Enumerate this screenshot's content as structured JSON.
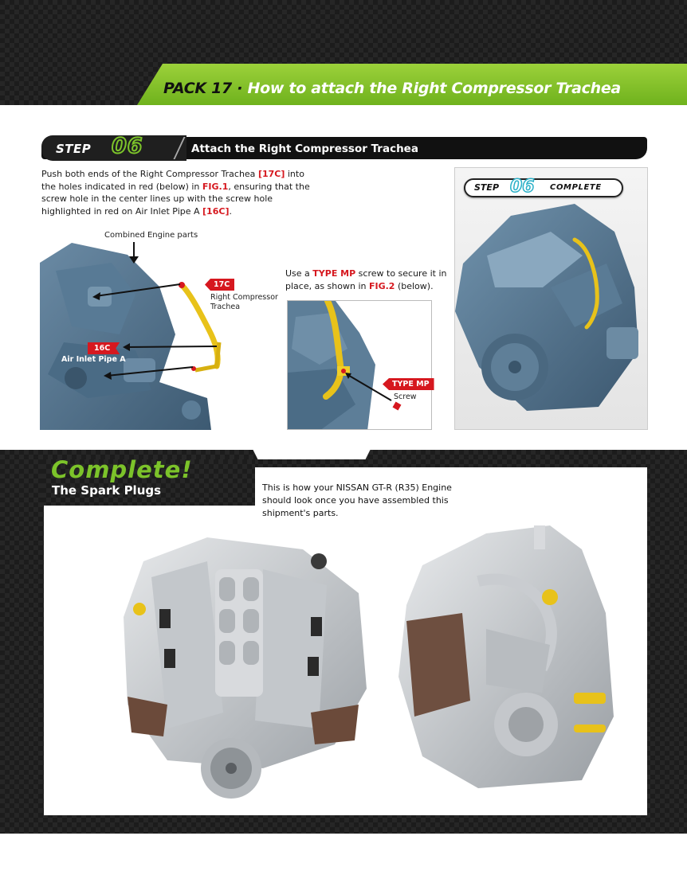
{
  "header": {
    "pack_label": "PACK 17",
    "separator": " · ",
    "title": "How to attach the Right Compressor Trachea"
  },
  "step": {
    "word": "STEP",
    "number": "06",
    "title": "Attach the Right Compressor Trachea"
  },
  "instructions": {
    "t1": "Push both ends of the Right Compressor Trachea ",
    "ref1": "[17C]",
    "t2": " into the holes indicated in red (below) in ",
    "fig": "FIG.1",
    "t3": ", ensuring that the screw hole in the center lines up with the screw hole highlighted in red on Air Inlet Pipe A ",
    "ref2": "[16C]",
    "t4": "."
  },
  "fig1": {
    "combined_label": "Combined Engine  parts",
    "tag_17c": "17C",
    "label_17c_line1": "Right Compressor",
    "label_17c_line2": "Trachea",
    "tag_16c": "16C",
    "label_16c": "Air Inlet Pipe A"
  },
  "fig2": {
    "t1": "Use a ",
    "screw_type": "TYPE MP",
    "t2": " screw to secure it in place, as shown in ",
    "fig": "FIG.2",
    "t3": " (below).",
    "tag": "TYPE MP",
    "screw_label": "Screw"
  },
  "step_complete": {
    "word": "STEP",
    "number": "06",
    "complete": "COMPLETE"
  },
  "final": {
    "title": "Complete!",
    "subtitle": "The Spark Plugs",
    "text": "This is how your NISSAN GT-R (R35) Engine should look once you have assembled this shipment's parts."
  },
  "colors": {
    "accent_green": "#7cc32a",
    "callout_red": "#d6181f",
    "engine_blue": "#4d6c86",
    "engine_silver": "#c9cccf"
  }
}
